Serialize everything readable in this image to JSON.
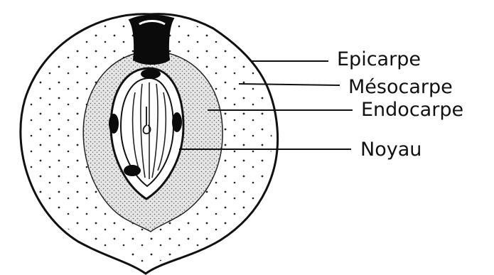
{
  "labels": {
    "epicarpe": "Epicarpe",
    "mesocarpe": "Mésocarpe",
    "endocarpe": "Endocarpe",
    "noyau": "Noyau"
  },
  "colors": {
    "ink": "#111111",
    "background": "#ffffff",
    "mesocarpe_fill": "#ffffff",
    "endocarpe_fill": "#e8e8e8"
  }
}
